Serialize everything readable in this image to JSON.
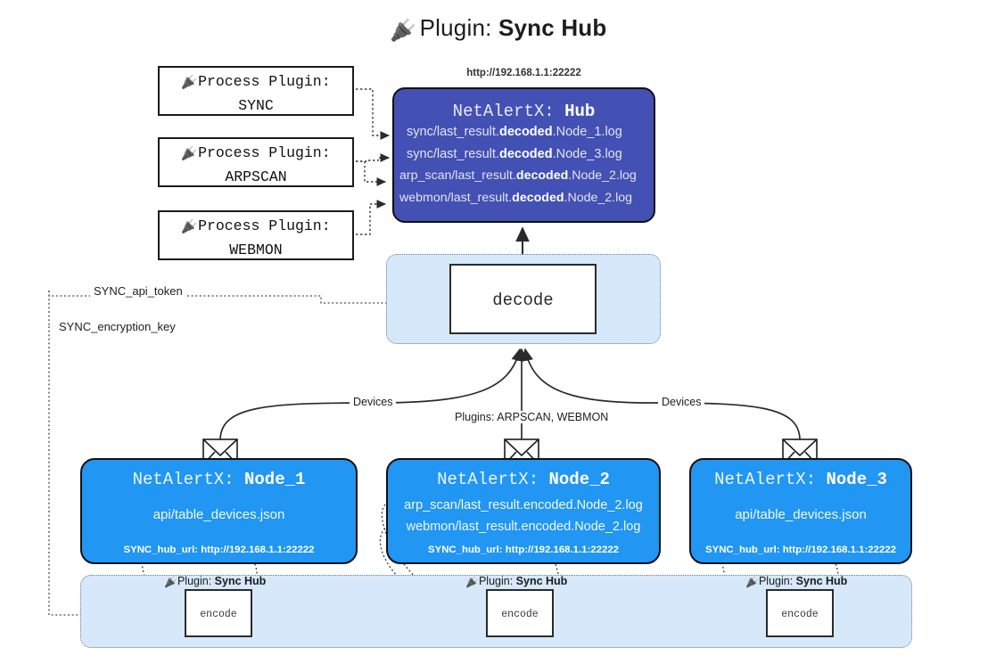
{
  "title": {
    "prefix": "Plugin: ",
    "name": "Sync Hub",
    "icon": "plug-icon"
  },
  "process_plugins": [
    {
      "label": "Process Plugin:",
      "name": "SYNC"
    },
    {
      "label": "Process Plugin:",
      "name": "ARPSCAN"
    },
    {
      "label": "Process Plugin:",
      "name": "WEBMON"
    }
  ],
  "hub": {
    "url": "http://192.168.1.1:22222",
    "title_prefix": "NetAlertX: ",
    "title_name": "Hub",
    "lines": [
      {
        "pre": "sync/last_result.",
        "bold": "decoded",
        "post": ".Node_1.log"
      },
      {
        "pre": "sync/last_result.",
        "bold": "decoded",
        "post": ".Node_3.log"
      },
      {
        "pre": "arp_scan/last_result.",
        "bold": "decoded",
        "post": ".Node_2.log"
      },
      {
        "pre": "webmon/last_result.",
        "bold": "decoded",
        "post": ".Node_2.log"
      }
    ]
  },
  "decode": {
    "label": "decode"
  },
  "secrets": {
    "api_token": "SYNC_api_token",
    "encryption_key": "SYNC_encryption_key"
  },
  "edges": {
    "devices_left": "Devices",
    "devices_right": "Devices",
    "plugins_center": "Plugins: ARPSCAN, WEBMON"
  },
  "nodes": [
    {
      "title_prefix": "NetAlertX: ",
      "title_name": "Node_1",
      "lines": [
        "api/table_devices.json"
      ],
      "url_label": "SYNC_hub_url: ",
      "url": "http://192.168.1.1:22222"
    },
    {
      "title_prefix": "NetAlertX: ",
      "title_name": "Node_2",
      "lines": [
        "arp_scan/last_result.encoded.Node_2.log",
        "webmon/last_result.encoded.Node_2.log"
      ],
      "url_label": "SYNC_hub_url: ",
      "url": "http://192.168.1.1:22222"
    },
    {
      "title_prefix": "NetAlertX: ",
      "title_name": "Node_3",
      "lines": [
        "api/table_devices.json"
      ],
      "url_label": "SYNC_hub_url: ",
      "url": "http://192.168.1.1:22222"
    }
  ],
  "band": {
    "plugin_label_prefix": "Plugin: ",
    "plugin_label_name": "Sync Hub",
    "encode_label": "encode"
  },
  "colors": {
    "hub_bg": "#4350b4",
    "node_bg": "#2196f3",
    "container_bg": "#d6e8fa",
    "stroke": "#101010",
    "page_bg": "#ffffff"
  }
}
